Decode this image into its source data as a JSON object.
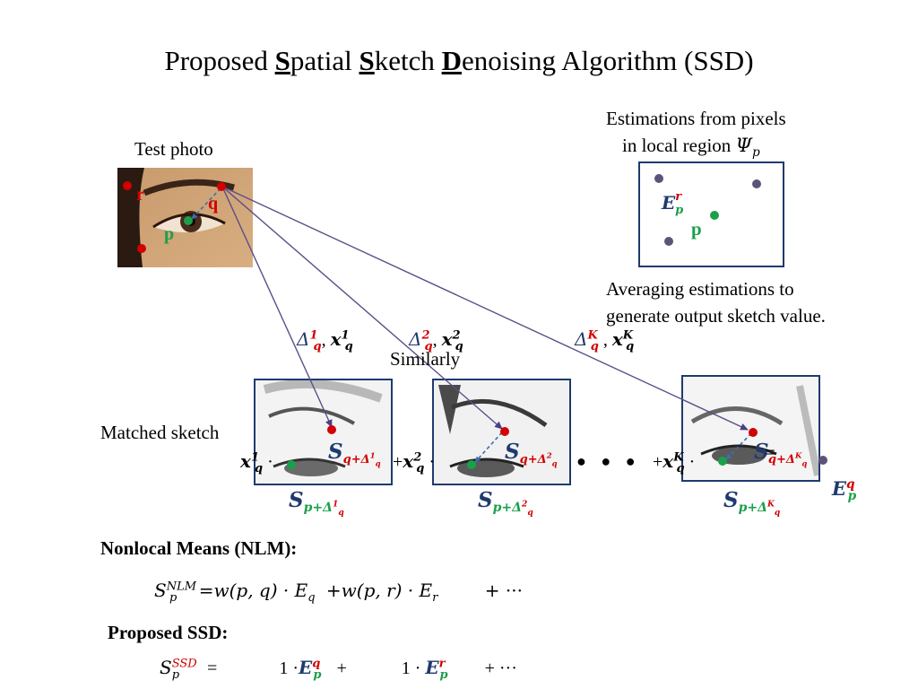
{
  "title": {
    "prefix": "Proposed ",
    "s1": "S",
    "w1": "patial ",
    "s2": "S",
    "w2": "ketch ",
    "s3": "D",
    "w3": "enoising Algorithm (SSD)"
  },
  "labels": {
    "test_photo": "Test photo",
    "estimations_line1": "Estimations from pixels",
    "estimations_line2": "in local region",
    "psi": "Ψ",
    "psi_sub": "p",
    "averaging_line1": "Averaging estimations to",
    "averaging_line2": "generate output sketch value.",
    "similarly": "Similarly",
    "matched_sketch": "Matched sketch",
    "nlm_heading": "Nonlocal Means (NLM):",
    "ssd_heading": "Proposed SSD:"
  },
  "points": {
    "r": "r",
    "q": "q",
    "p": "p"
  },
  "offsets": {
    "delta": "Δ",
    "q": "q",
    "x": "x",
    "k1": "1",
    "k2": "2",
    "kK": "K",
    "comma": ","
  },
  "sketch_terms": {
    "S": "S",
    "q_plus": "q+Δ",
    "p_plus": "p+Δ",
    "plus": "+",
    "dot": "·",
    "ellipsis": "● ● ●",
    "equals": "="
  },
  "region_box": {
    "E": "E",
    "sup_r": "r",
    "sub_p": "p",
    "p": "p"
  },
  "output": {
    "E": "E",
    "sup_q": "q",
    "sub_p": "p"
  },
  "nlm_equation": {
    "S": "S",
    "sup": "NLM",
    "sub": "p",
    "eq": "=",
    "term1": "w(p, q) · ",
    "E1": "E",
    "E1_sub": "q",
    "term2": "+w(p, r) · ",
    "E2": "E",
    "E2_sub": "r",
    "tail": "+ ···"
  },
  "ssd_equation": {
    "S": "S",
    "sup": "SSD",
    "sub": "p",
    "eq": "=",
    "c1": "1 ·",
    "E": "E",
    "sup_q": "q",
    "sup_r": "r",
    "sub_p": "p",
    "plus": "+",
    "c2": "1 ·",
    "tail": "+ ···"
  },
  "colors": {
    "red": "#d20000",
    "green": "#1aa04a",
    "navy": "#1f3a6e",
    "arrow": "#5a4f8a",
    "purple_dot": "#5c5478"
  }
}
